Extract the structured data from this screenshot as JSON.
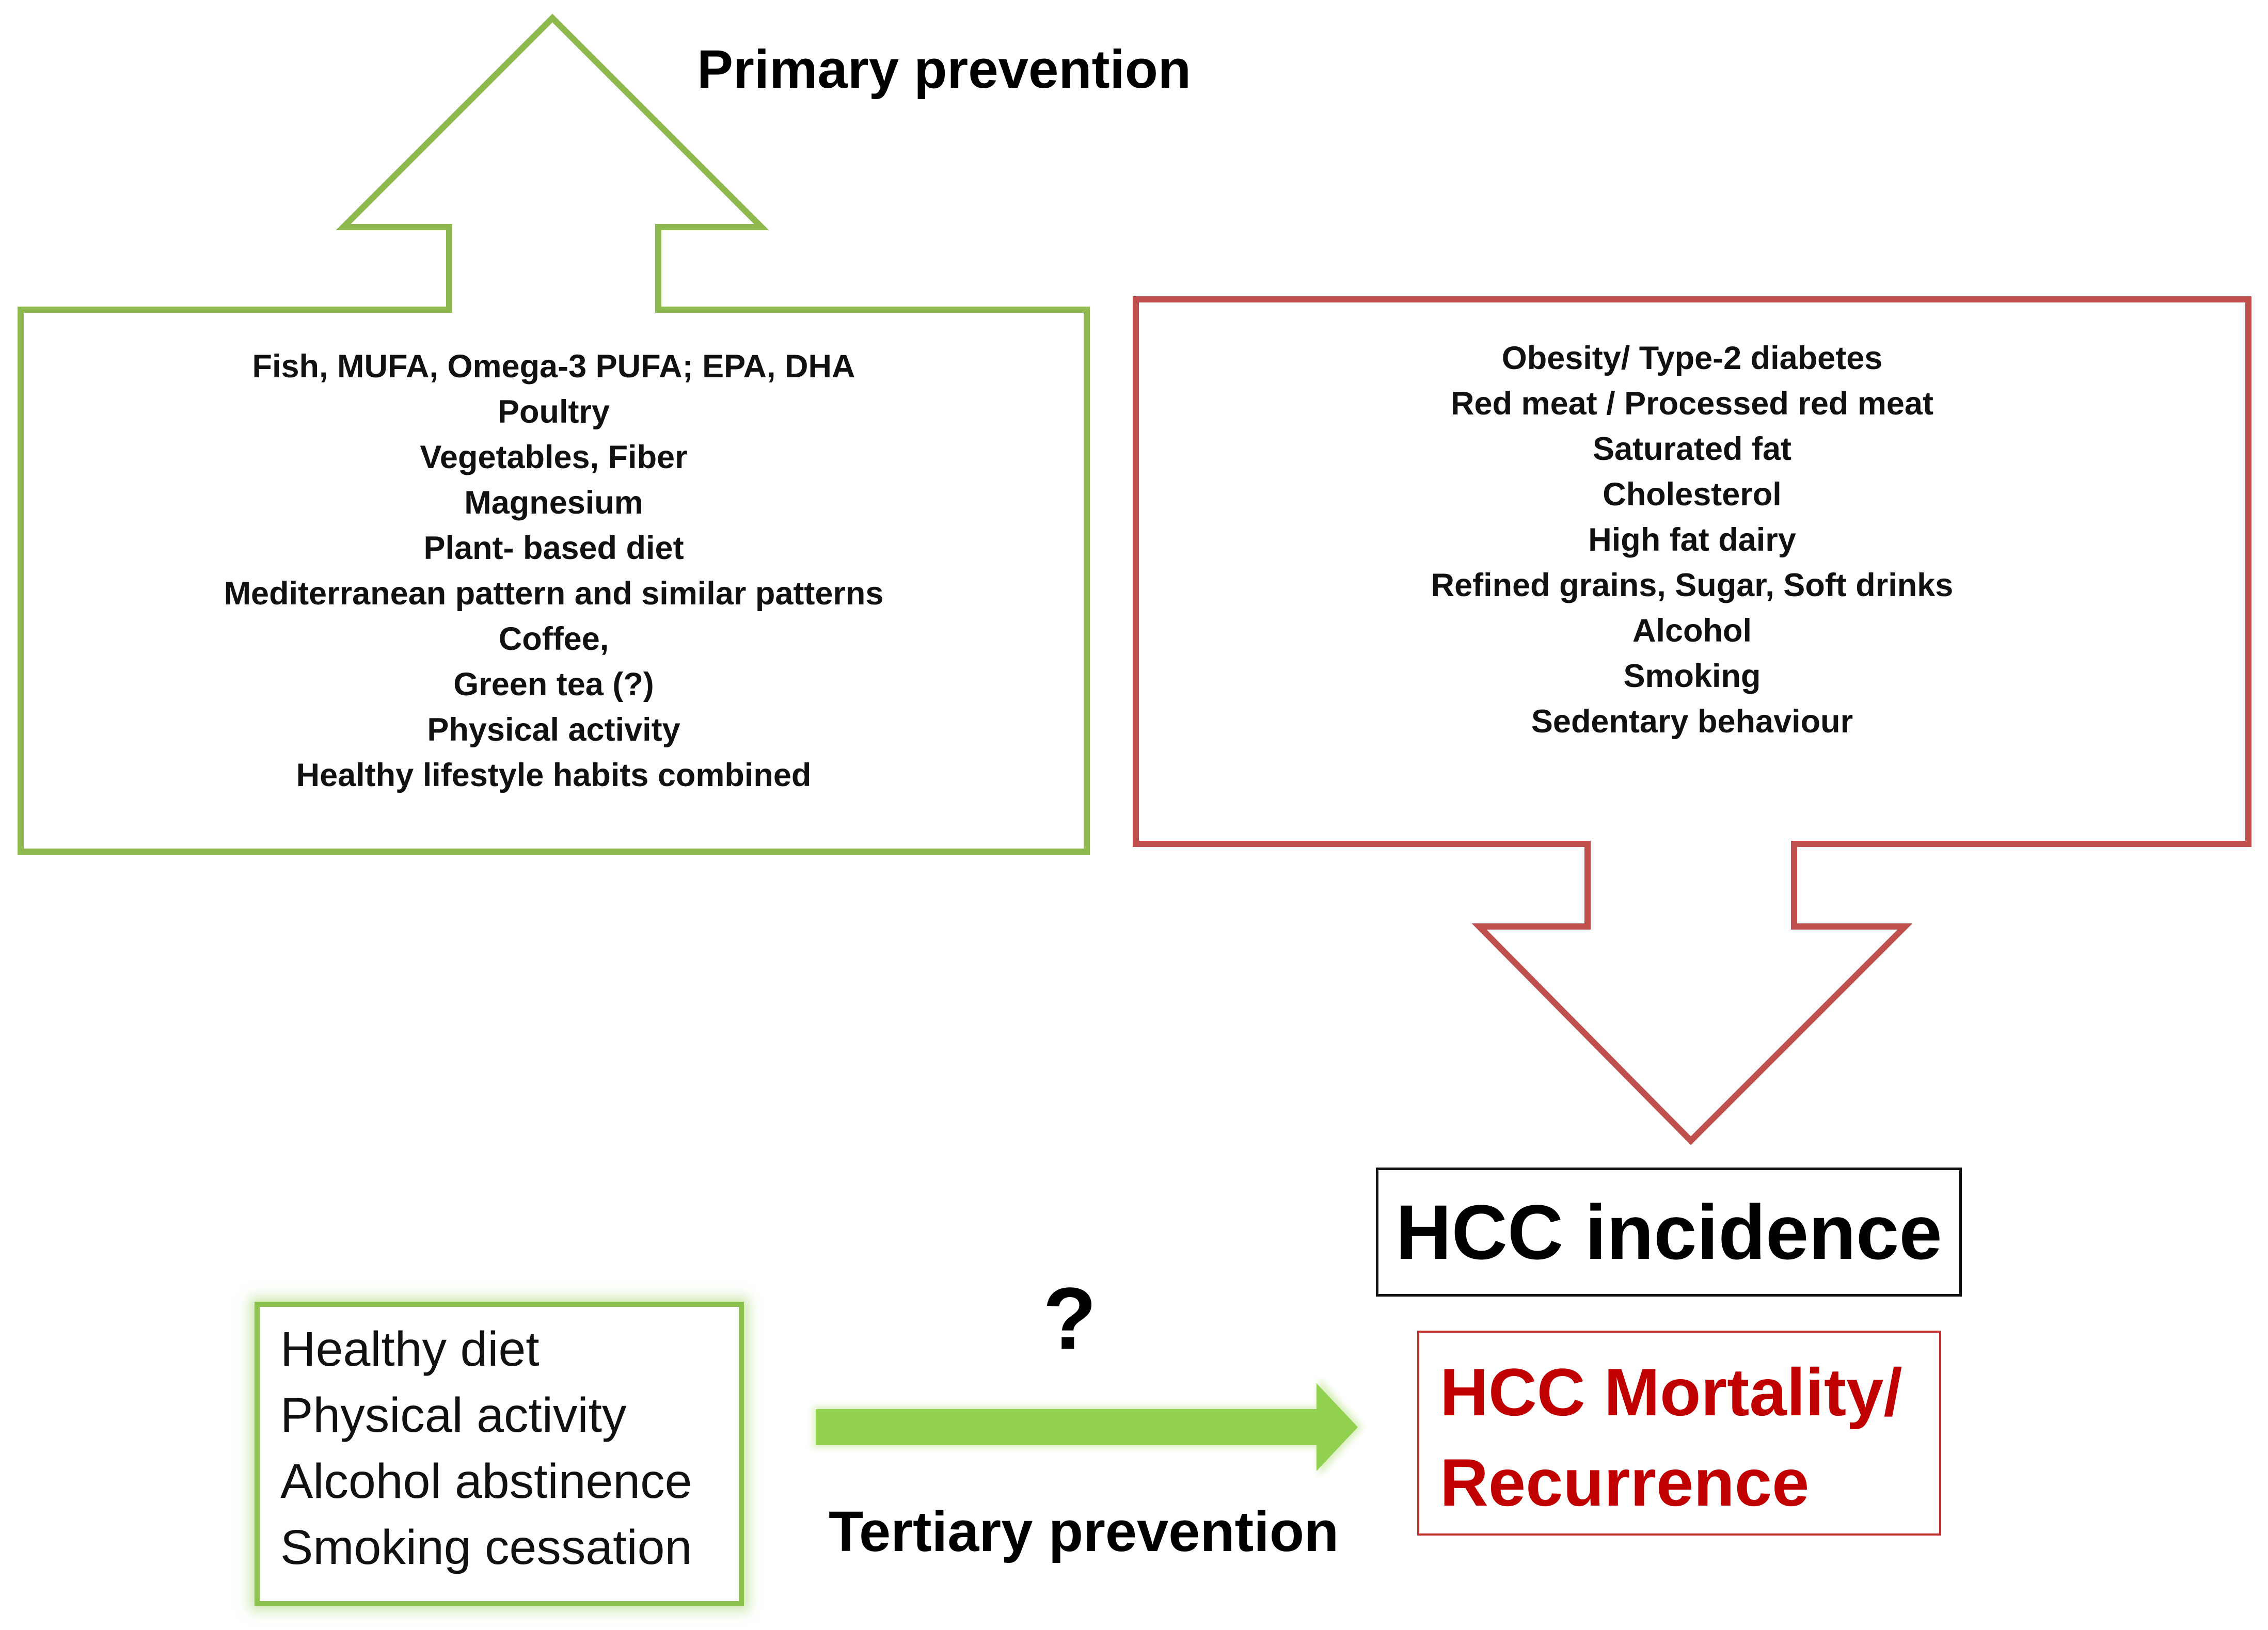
{
  "primary_prevention": {
    "heading": "Primary prevention",
    "protective_factors": [
      "Fish, MUFA, Omega-3 PUFA; EPA, DHA",
      "Poultry",
      "Vegetables, Fiber",
      "Magnesium",
      "Plant- based diet",
      "Mediterranean pattern and similar patterns",
      "Coffee,",
      "Green tea (?)",
      "Physical activity",
      "Healthy lifestyle habits combined"
    ]
  },
  "risk_factors": [
    "Obesity/ Type-2 diabetes",
    "Red meat / Processed red meat",
    "Saturated fat",
    "Cholesterol",
    "High fat dairy",
    "Refined grains, Sugar, Soft drinks",
    "Alcohol",
    "Smoking",
    "Sedentary behaviour"
  ],
  "hcc_incidence": "HCC incidence",
  "hcc_mortality": [
    "HCC Mortality/",
    "Recurrence"
  ],
  "lifestyle": [
    "Healthy diet",
    "Physical activity",
    "Alcohol abstinence",
    "Smoking cessation"
  ],
  "tertiary_prevention": {
    "heading": "Tertiary prevention",
    "uncertainty_mark": "?"
  },
  "colors": {
    "green_outline": "#8cb84e",
    "red_outline": "#c0504d",
    "arrow_green": "#92d050",
    "mortality_text": "#c00000"
  }
}
